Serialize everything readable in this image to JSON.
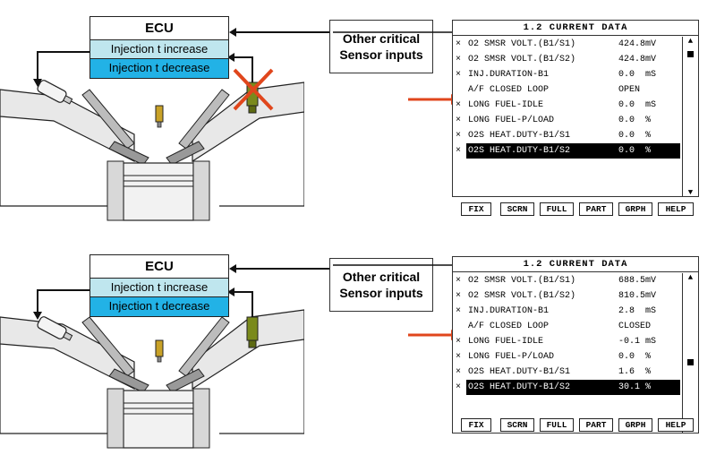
{
  "panels": [
    {
      "ecu": {
        "title": "ECU",
        "row1": "Injection t increase",
        "row2": "Injection t decrease"
      },
      "other": {
        "line1": "Other critical",
        "line2": "Sensor inputs"
      },
      "scan": {
        "title": "1.2 CURRENT DATA",
        "rows": [
          {
            "mark": "×",
            "label": "O2 SMSR VOLT.(B1/S1)",
            "value": "424.8mV"
          },
          {
            "mark": "×",
            "label": "O2 SMSR VOLT.(B1/S2)",
            "value": "424.8mV"
          },
          {
            "mark": "×",
            "label": "INJ.DURATION-B1",
            "value": "0.0  mS"
          },
          {
            "mark": "",
            "label": "A/F CLOSED LOOP",
            "value": "OPEN"
          },
          {
            "mark": "×",
            "label": "LONG FUEL-IDLE",
            "value": "0.0  mS"
          },
          {
            "mark": "×",
            "label": "LONG FUEL-P/LOAD",
            "value": "0.0  %"
          },
          {
            "mark": "×",
            "label": "O2S HEAT.DUTY-B1/S1",
            "value": "0.0  %"
          },
          {
            "mark": "×",
            "label": "O2S HEAT.DUTY-B1/S2",
            "value": "0.0  %"
          }
        ],
        "scroll_up": "▲",
        "scroll_down": "▼"
      },
      "fkeys": [
        "FIX",
        "SCRN",
        "FULL",
        "PART",
        "GRPH",
        "HELP"
      ]
    },
    {
      "ecu": {
        "title": "ECU",
        "row1": "Injection t increase",
        "row2": "Injection t decrease"
      },
      "other": {
        "line1": "Other critical",
        "line2": "Sensor inputs"
      },
      "scan": {
        "title": "1.2 CURRENT DATA",
        "rows": [
          {
            "mark": "×",
            "label": "O2 SMSR VOLT.(B1/S1)",
            "value": "688.5mV"
          },
          {
            "mark": "×",
            "label": "O2 SMSR VOLT.(B1/S2)",
            "value": "810.5mV"
          },
          {
            "mark": "×",
            "label": "INJ.DURATION-B1",
            "value": "2.8  mS"
          },
          {
            "mark": "",
            "label": "A/F CLOSED LOOP",
            "value": "CLOSED"
          },
          {
            "mark": "×",
            "label": "LONG FUEL-IDLE",
            "value": "-0.1 mS"
          },
          {
            "mark": "×",
            "label": "LONG FUEL-P/LOAD",
            "value": "0.0  %"
          },
          {
            "mark": "×",
            "label": "O2S HEAT.DUTY-B1/S1",
            "value": "1.6  %"
          },
          {
            "mark": "×",
            "label": "O2S HEAT.DUTY-B1/S2",
            "value": "30.1 %"
          }
        ],
        "scroll_up": "▲",
        "scroll_down": "▼"
      },
      "fkeys": [
        "FIX",
        "SCRN",
        "FULL",
        "PART",
        "GRPH",
        "HELP"
      ]
    }
  ],
  "colors": {
    "ecu_increase": "#bfe6ee",
    "ecu_decrease": "#22b2e6",
    "arrow_red": "#e0461c",
    "sensor_green": "#7a8a1c",
    "fault_cross": "#e0461c"
  }
}
